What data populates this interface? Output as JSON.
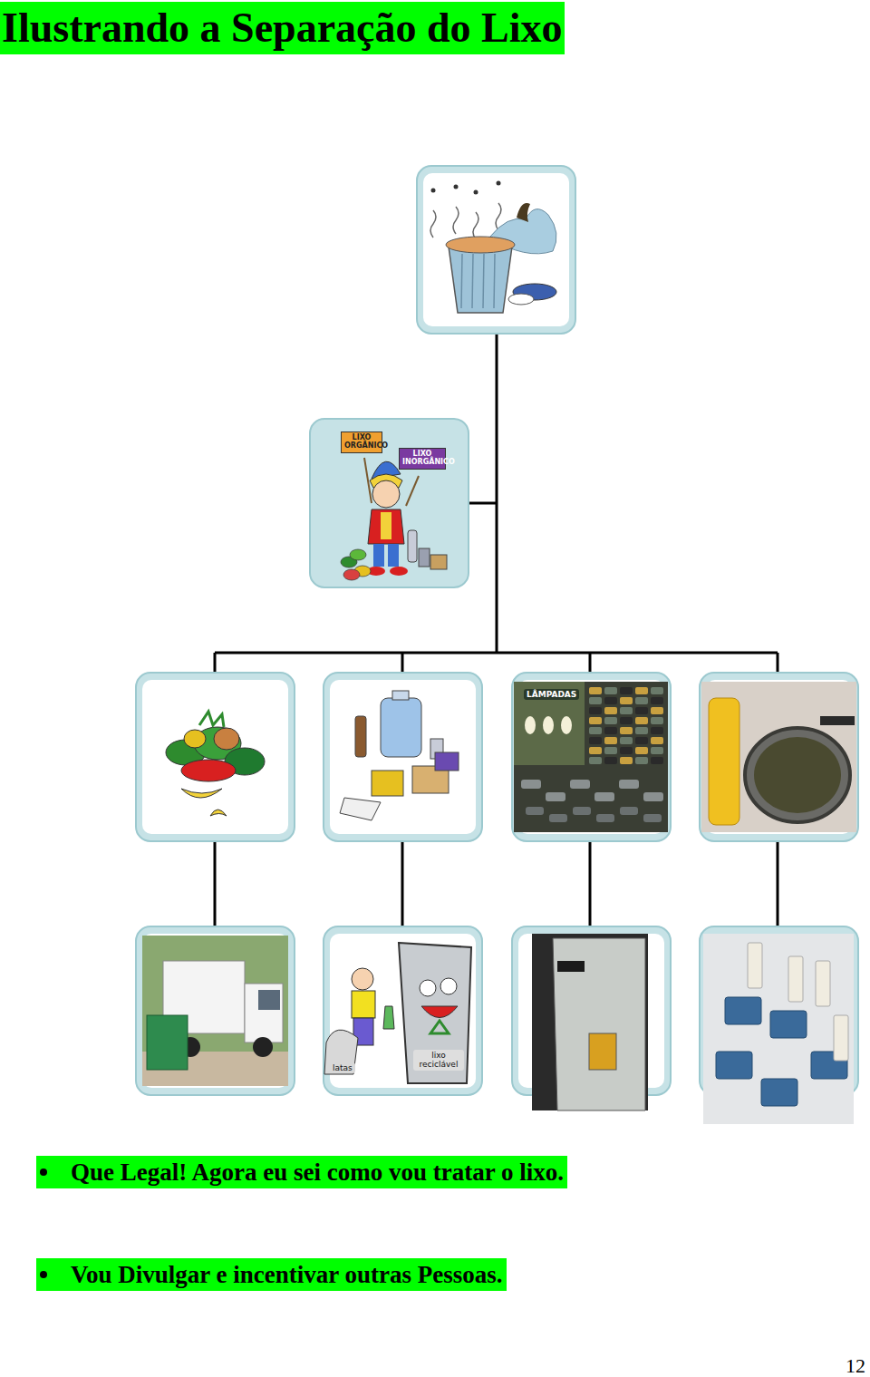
{
  "diagram": {
    "title": "Ilustrando a Separação do Lixo",
    "labels": [
      "LIXO ORGÂNICO",
      "LIXO INORGÂNICO",
      "LÂMPADAS",
      "latas",
      "lixo reciclável",
      "Que Legal! Agora eu sei como vou tratar o lixo.",
      "Vou Divulgar e incentivar outras Pessoas.",
      "12"
    ]
  }
}
